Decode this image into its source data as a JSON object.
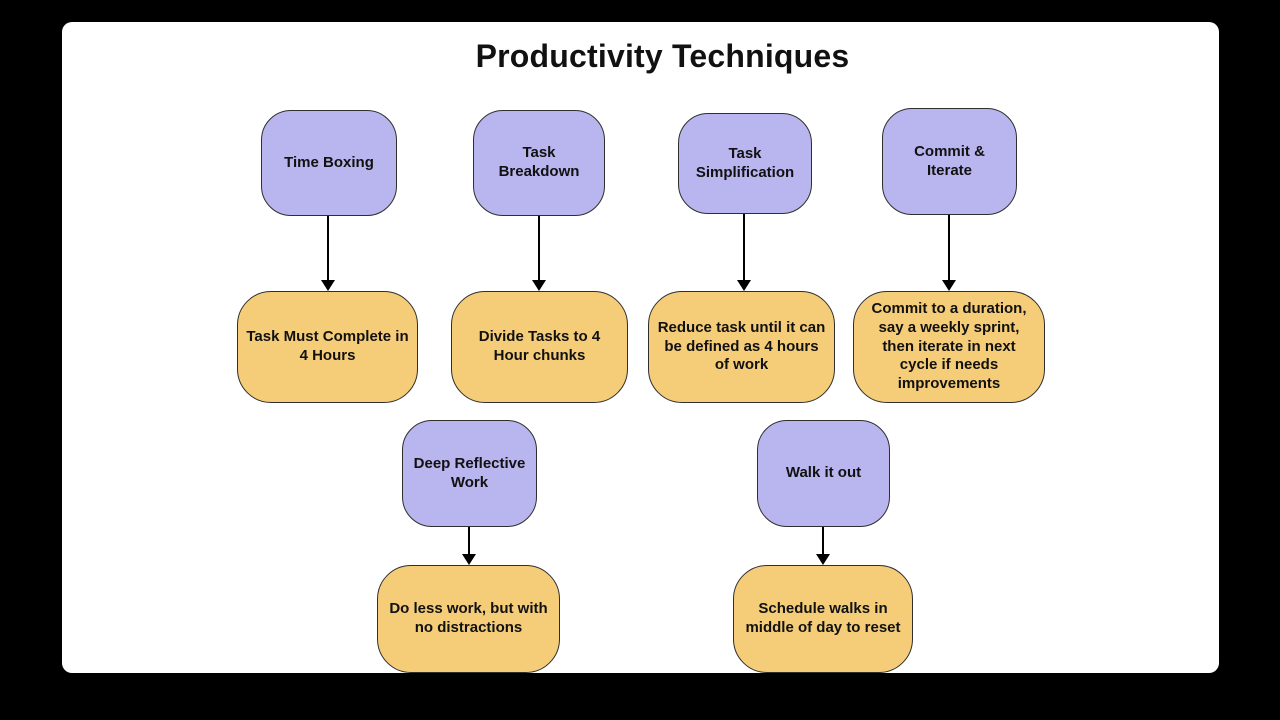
{
  "diagram": {
    "title": "Productivity Techniques",
    "colors": {
      "frame_background": "#000000",
      "canvas_background": "#ffffff",
      "technique_fill": "#b9b5ee",
      "description_fill": "#f5cd79",
      "node_border": "#2e2e2e",
      "text": "#111111",
      "arrow": "#000000"
    },
    "techniques": [
      {
        "name": "Time Boxing",
        "description": "Task Must Complete in 4 Hours"
      },
      {
        "name": "Task Breakdown",
        "description": "Divide Tasks to 4 Hour chunks"
      },
      {
        "name": "Task Simplification",
        "description": "Reduce task until it can be defined as 4 hours of work"
      },
      {
        "name": "Commit & Iterate",
        "description": "Commit to a duration, say a weekly sprint, then iterate in next cycle if needs improvements"
      },
      {
        "name": "Deep Reflective Work",
        "description": "Do less work, but with no distractions"
      },
      {
        "name": "Walk it out",
        "description": "Schedule walks in middle of day to reset"
      }
    ]
  }
}
